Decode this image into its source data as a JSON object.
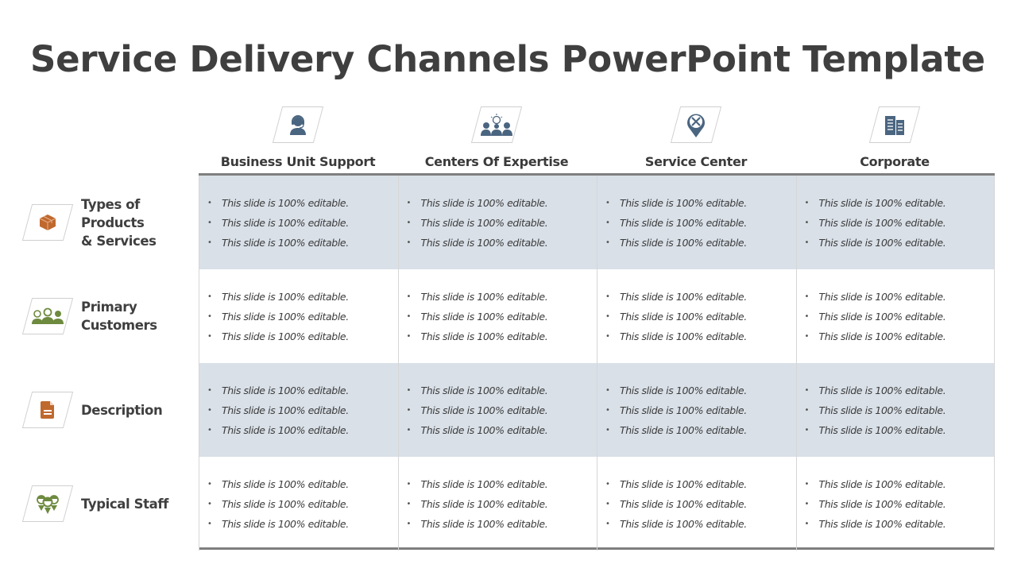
{
  "title": "Service Delivery Channels PowerPoint Template",
  "colors": {
    "header_icon": "#4a6580",
    "row_icon_orange": "#c0692e",
    "row_icon_green": "#6d8a3e",
    "shaded_row": "#d9e0e8",
    "table_rule": "#7f7f7f"
  },
  "columns": [
    {
      "label": "Business Unit Support",
      "icon": "headset-agent-icon"
    },
    {
      "label": "Centers Of Expertise",
      "icon": "team-idea-icon"
    },
    {
      "label": "Service Center",
      "icon": "tools-location-pin-icon"
    },
    {
      "label": "Corporate",
      "icon": "office-building-icon"
    }
  ],
  "rows": [
    {
      "label_line1": "Types of Products",
      "label_line2": "& Services",
      "icon": "package-box-icon",
      "shaded": true,
      "cells": [
        [
          "This slide is 100% editable.",
          "This slide is 100% editable.",
          "This slide is 100% editable."
        ],
        [
          "This slide is 100% editable.",
          "This slide is 100% editable.",
          "This slide is 100% editable."
        ],
        [
          "This slide is 100% editable.",
          "This slide is 100% editable.",
          "This slide is 100% editable."
        ],
        [
          "This slide is 100% editable.",
          "This slide is 100% editable.",
          "This slide is 100% editable."
        ]
      ]
    },
    {
      "label_line1": "Primary",
      "label_line2": "Customers",
      "icon": "customers-group-icon",
      "shaded": false,
      "cells": [
        [
          "This slide is 100% editable.",
          "This slide is 100% editable.",
          "This slide is 100% editable."
        ],
        [
          "This slide is 100% editable.",
          "This slide is 100% editable.",
          "This slide is 100% editable."
        ],
        [
          "This slide is 100% editable.",
          "This slide is 100% editable.",
          "This slide is 100% editable."
        ],
        [
          "This slide is 100% editable.",
          "This slide is 100% editable.",
          "This slide is 100% editable."
        ]
      ]
    },
    {
      "label_line1": "Description",
      "label_line2": "",
      "icon": "document-icon",
      "shaded": true,
      "cells": [
        [
          "This slide is 100% editable.",
          "This slide is 100% editable.",
          "This slide is 100% editable."
        ],
        [
          "This slide is 100% editable.",
          "This slide is 100% editable.",
          "This slide is 100% editable."
        ],
        [
          "This slide is 100% editable.",
          "This slide is 100% editable.",
          "This slide is 100% editable."
        ],
        [
          "This slide is 100% editable.",
          "This slide is 100% editable.",
          "This slide is 100% editable."
        ]
      ]
    },
    {
      "label_line1": "Typical Staff",
      "label_line2": "",
      "icon": "staff-group-icon",
      "shaded": false,
      "cells": [
        [
          "This slide is 100% editable.",
          "This slide is 100% editable.",
          "This slide is 100% editable."
        ],
        [
          "This slide is 100% editable.",
          "This slide is 100% editable.",
          "This slide is 100% editable."
        ],
        [
          "This slide is 100% editable.",
          "This slide is 100% editable.",
          "This slide is 100% editable."
        ],
        [
          "This slide is 100% editable.",
          "This slide is 100% editable.",
          "This slide is 100% editable."
        ]
      ]
    }
  ],
  "bullet_glyph": "•"
}
